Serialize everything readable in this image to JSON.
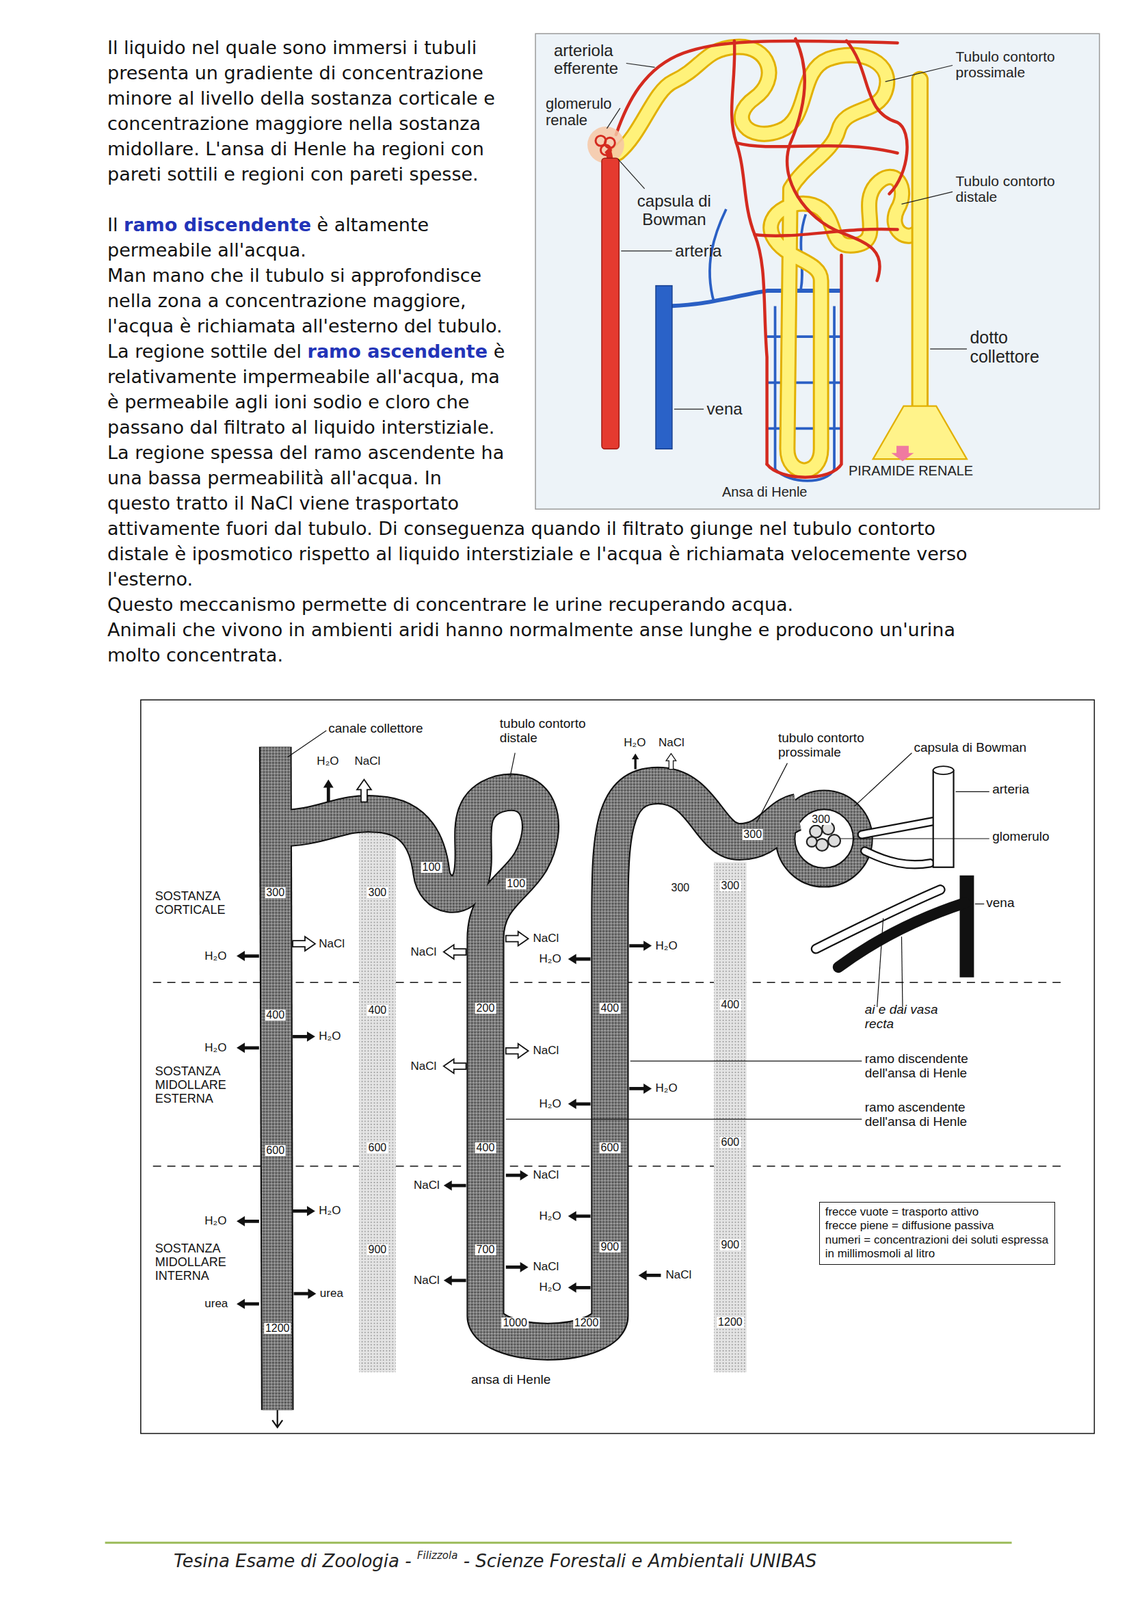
{
  "diagram": {
    "nodes": [
      {
        "text": [
          "frecce vuote = trasporto attivo",
          "frecce piene = diffusione passiva",
          "numeri = concentrazioni dei soluti espressa in millimosmoli al litro"
        ]
      }
    ],
    "labels": [
      "Il liquido nel quale sono immersi i tubuli presenta un gradiente di concentrazione minore al livello della sostanza corticale e concentrazione maggiore nella sostanza midollare. L'ansa di Henle ha regioni con pareti sottili e regioni con pareti spesse.",
      "Il",
      "ramo discendente",
      "è altamente permeabile all'acqua.",
      "Man mano che il tubulo si approfondisce nella zona a concentrazione maggiore, l'acqua è richiamata all'esterno del tubulo.",
      "La regione sottile del",
      "ramo ascendente",
      "è relativamente impermeabile all'acqua, ma è permeabile agli ioni sodio e cloro che passano dal filtrato al liquido interstiziale. La regione spessa del ramo ascendente ha una bassa permeabilità all'acqua. In questo tratto il NaCl viene trasportato attivamente fuori dal tubulo. Di conseguenza quando il filtrato giunge nel tubulo contorto distale è iposmotico rispetto al liquido interstiziale e l'acqua è richiamata velocemente verso l'esterno.",
      "Questo meccanismo permette di concentrare le urine recuperando acqua.",
      "Animali che vivono in ambienti aridi hanno normalmente anse lunghe e producono un'urina molto concentrata.",
      "arteriola efferente",
      "glomerulo renale",
      "capsula di Bowman",
      "arteria",
      "vena",
      "Tubulo contorto prossimale",
      "Tubulo contorto distale",
      "dotto collettore",
      "PIRAMIDE RENALE",
      "Ansa di Henle",
      "canale collettore",
      "tubulo contorto distale",
      "H₂O",
      "NaCl",
      "H₂O",
      "NaCl",
      "tubulo contorto prossimale",
      "capsula di Bowman",
      "arteria",
      "glomerulo",
      "vena",
      "ai e dai vasa recta",
      "ramo discendente dell'ansa di Henle",
      "ramo ascendente dell'ansa di Henle",
      "SOSTANZA CORTICALE",
      "SOSTANZA MIDOLLARE ESTERNA",
      "SOSTANZA MIDOLLARE INTERNA",
      "ansa di Henle",
      "NaCl",
      "H₂O",
      "H₂O",
      "H₂O",
      "H₂O",
      "H₂O",
      "urea",
      "urea",
      "NaCl",
      "NaCl",
      "NaCl",
      "NaCl",
      "NaCl",
      "NaCl",
      "NaCl",
      "NaCl",
      "H₂O",
      "H₂O",
      "H₂O",
      "H₂O",
      "H₂O",
      "H₂O",
      "NaCl",
      "100",
      "100",
      "300",
      "300",
      "300",
      "300",
      "300",
      "300",
      "200",
      "400",
      "400",
      "400",
      "400",
      "400",
      "600",
      "600",
      "600",
      "600",
      "700",
      "900",
      "900",
      "900",
      "1000",
      "1200",
      "1200",
      "1200",
      "Tesina Esame di Zoologia -",
      "Filizzola",
      "- Scienze Forestali e Ambientali UNIBAS"
    ]
  }
}
